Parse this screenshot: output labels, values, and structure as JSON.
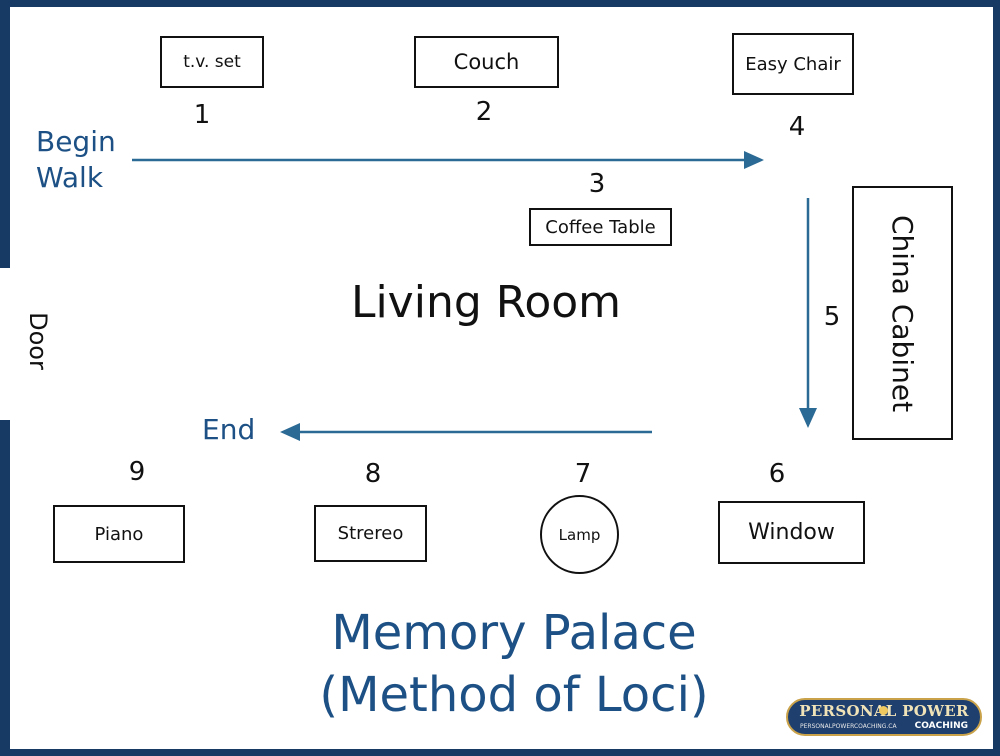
{
  "door": "Door",
  "begin_walk": [
    "Begin",
    "Walk"
  ],
  "end": "End",
  "room_title": "Living Room",
  "items": [
    {
      "num": "1",
      "label": "t.v. set"
    },
    {
      "num": "2",
      "label": "Couch"
    },
    {
      "num": "3",
      "label": "Coffee Table"
    },
    {
      "num": "4",
      "label": "Easy Chair"
    },
    {
      "num": "5",
      "label": "China Cabinet"
    },
    {
      "num": "6",
      "label": "Window"
    },
    {
      "num": "7",
      "label": "Lamp"
    },
    {
      "num": "8",
      "label": "Strereo"
    },
    {
      "num": "9",
      "label": "Piano"
    }
  ],
  "footer_title": [
    "Memory Palace",
    "(Method of Loci)"
  ],
  "logo": {
    "line1": "PERSONAL POWER",
    "url": "PERSONALPOWERCOACHING.CA",
    "line2": "COACHING"
  },
  "colors": {
    "wall": "#163a63",
    "accent": "#1d5185",
    "arrow": "#2b6a94"
  }
}
